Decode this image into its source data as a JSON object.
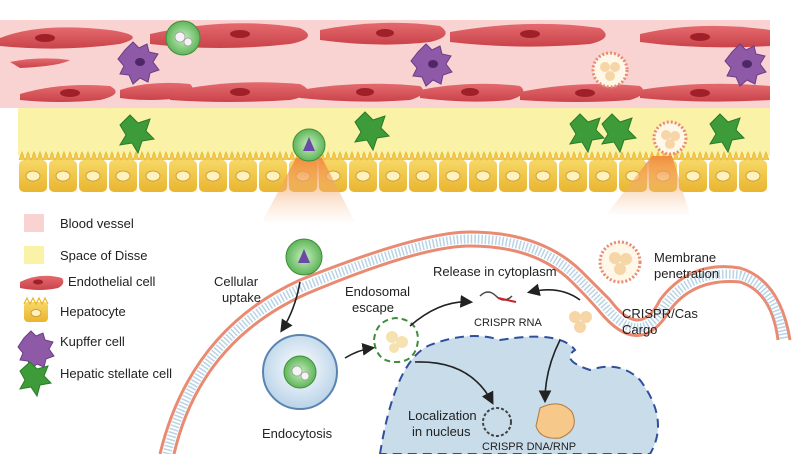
{
  "legend": {
    "blood_vessel": "Blood vessel",
    "space_of_disse": "Space of Disse",
    "endothelial_cell": "Endothelial cell",
    "hepatocyte": "Hepatocyte",
    "kupffer_cell": "Kupffer cell",
    "hepatic_stellate_cell": "Hepatic stellate cell"
  },
  "labels": {
    "cellular_uptake_1": "Cellular",
    "cellular_uptake_2": "uptake",
    "endosomal_escape_1": "Endosomal",
    "endosomal_escape_2": "escape",
    "endocytosis": "Endocytosis",
    "release_in_cytoplasm": "Release in cytoplasm",
    "crispr_rna": "CRISPR RNA",
    "membrane_penetration_1": "Membrane",
    "membrane_penetration_2": "penetration",
    "cargo_1": "CRISPR/Cas",
    "cargo_2": "Cargo",
    "localization_1": "Localization",
    "localization_2": "in nucleus",
    "crispr_dna_rnp": "CRISPR DNA/RNP"
  },
  "colors": {
    "blood_vessel": "#f9d3d1",
    "space_of_disse": "#faf2a6",
    "endothelial": "#d9555a",
    "hepatocyte": "#f3c64a",
    "kupffer": "#8e5aa8",
    "stellate": "#3e9b3a",
    "membrane": "#e98a72",
    "nucleus": "#c9dcea"
  }
}
